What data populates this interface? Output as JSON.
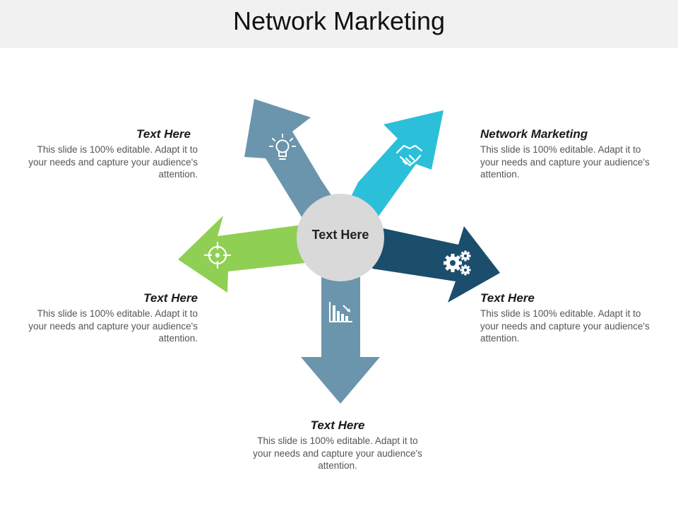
{
  "title": "Network Marketing",
  "center": {
    "label": "Text Here"
  },
  "colors": {
    "arrow_top_left": "#6b95ac",
    "arrow_top_right": "#2bbfda",
    "arrow_right": "#1a4e6c",
    "arrow_bottom": "#6b95ac",
    "arrow_left": "#8fcf53",
    "hub": "#d9d9d9"
  },
  "blocks": [
    {
      "id": "top-left",
      "icon": "lightbulb-icon",
      "heading": "Text Here",
      "body": "This slide is 100% editable. Adapt it to your needs and capture your audience's attention."
    },
    {
      "id": "top-right",
      "icon": "handshake-icon",
      "heading": "Network Marketing",
      "body": "This slide is 100% editable. Adapt it to your needs and capture your audience's attention."
    },
    {
      "id": "right",
      "icon": "gears-icon",
      "heading": "Text Here",
      "body": "This slide is 100% editable. Adapt it to your needs and capture your audience's attention."
    },
    {
      "id": "bottom",
      "icon": "bar-chart-icon",
      "heading": "Text Here",
      "body": "This slide is 100% editable. Adapt it to your needs and capture your audience's attention."
    },
    {
      "id": "left",
      "icon": "target-icon",
      "heading": "Text Here",
      "body": "This slide is 100% editable. Adapt it to your needs and capture your audience's attention."
    }
  ]
}
